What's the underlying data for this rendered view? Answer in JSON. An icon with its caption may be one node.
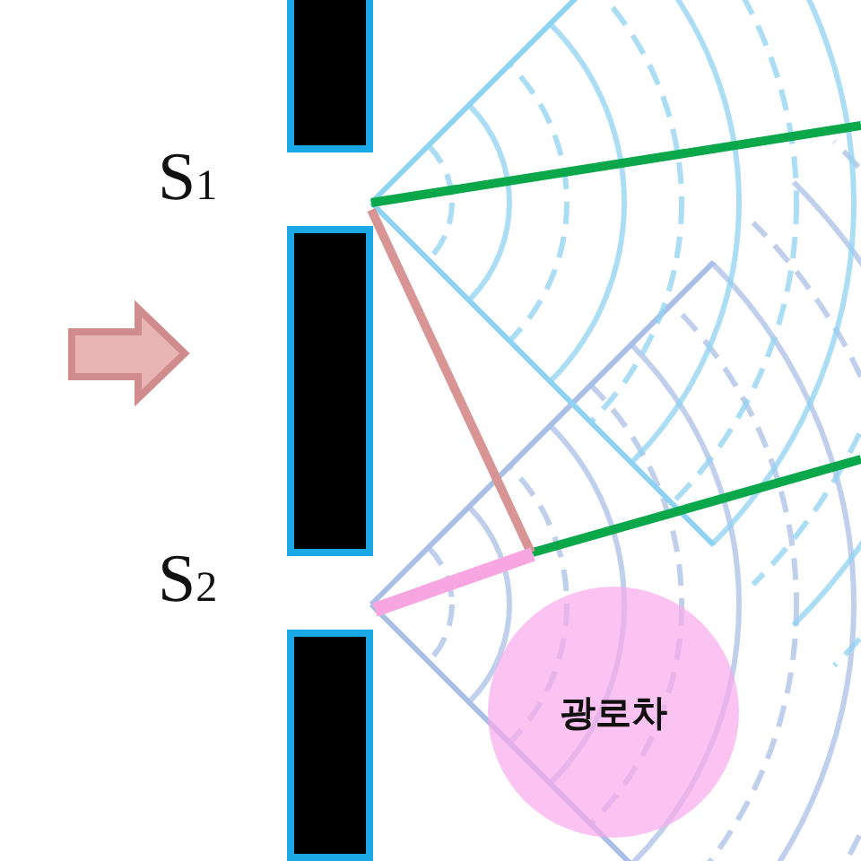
{
  "diagram": {
    "nodes": [
      {
        "text": [
          "광로차"
        ]
      }
    ],
    "labels": [
      "S$_{1}$",
      "S$_{2}$"
    ]
  }
}
